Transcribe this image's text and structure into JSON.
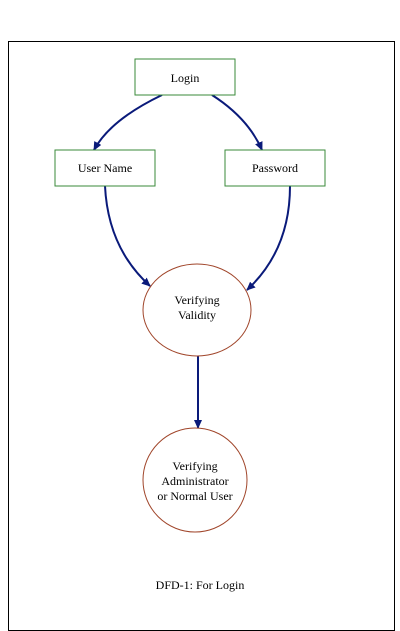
{
  "diagram": {
    "nodes": {
      "login": {
        "lines": [
          "Login"
        ]
      },
      "username": {
        "lines": [
          "User Name"
        ]
      },
      "password": {
        "lines": [
          "Password"
        ]
      },
      "verify_validity": {
        "lines": [
          "Verifying",
          "Validity"
        ]
      },
      "verify_user": {
        "lines": [
          "Verifying",
          "Administrator",
          "or Normal User"
        ]
      }
    },
    "caption": "DFD-1: For Login"
  },
  "colors": {
    "box_border": "#3a8a3a",
    "circle_border": "#a0452a",
    "arrow": "#0a1a7a",
    "frame": "#000000"
  }
}
